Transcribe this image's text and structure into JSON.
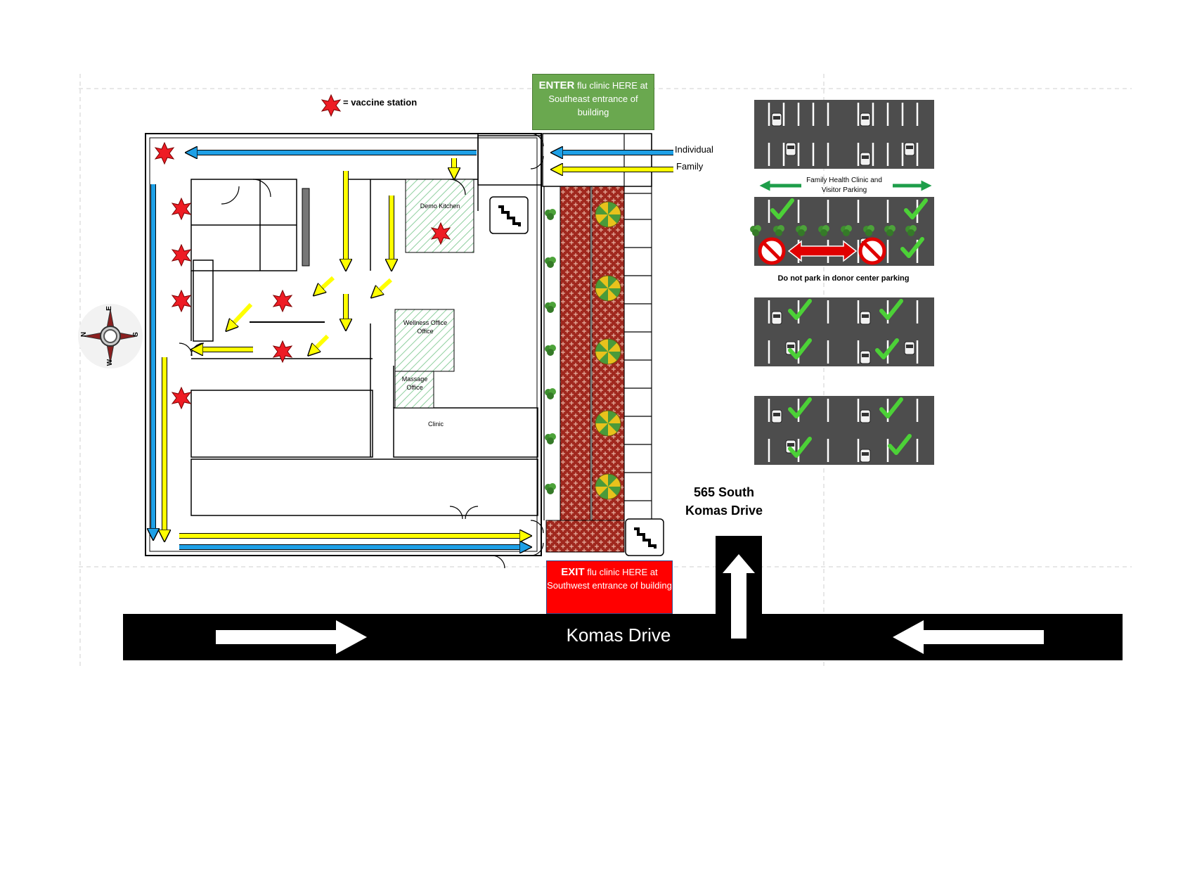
{
  "legend": {
    "vaccine_station": "= vaccine station"
  },
  "enter_callout": {
    "title": "ENTER",
    "text": " flu clinic HERE at Southeast entrance of building",
    "color": "#6aa84f"
  },
  "exit_callout": {
    "title": "EXIT",
    "text": " flu clinic HERE at Southwest entrance of building",
    "color": "#ff0000"
  },
  "routes": {
    "individual": "Individual",
    "family": "Family",
    "individual_color": "#1ea0e6",
    "family_color": "#ffff00"
  },
  "rooms": {
    "demo_kitchen": "Demo Kitchen",
    "wellness_office": "Wellness Office Office",
    "massage_office": "Massage Office",
    "clinic": "Clinic"
  },
  "compass": {
    "n": "N",
    "s": "S",
    "e": "E",
    "w": "W"
  },
  "parking": {
    "visitor_label": "Family Health Clinic and Visitor Parking",
    "donor_warning": "Do not park in donor center parking"
  },
  "address": {
    "line1": "565 South",
    "line2": "Komas Drive"
  },
  "street": {
    "name": "Komas Drive"
  },
  "colors": {
    "star": "#ee1c24",
    "brick": "#a0281e",
    "allowed_check": "#4cd137",
    "lot": "#4d4d4d"
  }
}
